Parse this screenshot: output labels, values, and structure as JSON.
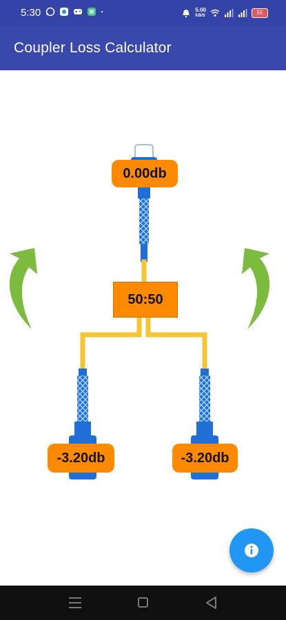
{
  "status_bar": {
    "time": "5:30",
    "left_icons": [
      "whatsapp-icon",
      "app-icon",
      "game-controller-icon",
      "app-icon-green",
      "dot-icon"
    ],
    "right_icons": [
      "alarm-icon",
      "data-speed",
      "wifi-icon",
      "signal-icon",
      "signal-icon"
    ],
    "data_speed_value": "5.00",
    "data_speed_unit": "KB/S",
    "battery": "55"
  },
  "app_bar": {
    "title": "Coupler Loss Calculator"
  },
  "diagram": {
    "input_loss": "0.00db",
    "split_ratio": "50:50",
    "output_left_loss": "-3.20db",
    "output_right_loss": "-3.20db"
  },
  "fab": {
    "icon": "info-icon"
  },
  "nav_bar": {
    "buttons": [
      "recents-icon",
      "home-icon",
      "back-icon"
    ]
  },
  "colors": {
    "status_bar": "#3443a8",
    "app_bar": "#3949ab",
    "label": "#ff8a00",
    "fiber": "#f7c531",
    "connector": "#1f6fd6",
    "arrow": "#7cbb3e",
    "fab": "#2196f3"
  }
}
